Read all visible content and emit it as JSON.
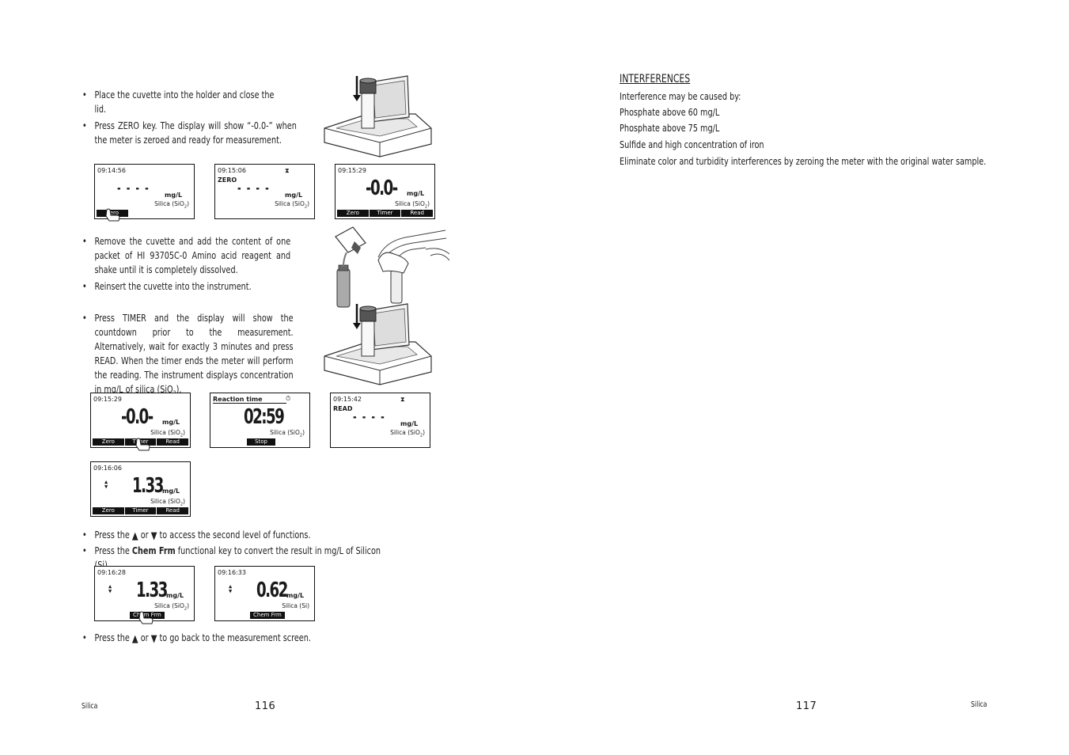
{
  "left_page": {
    "bullets": [
      {
        "text": "Place the cuvette into the holder and close the lid."
      },
      {
        "text": "Press ZERO key. The display will show “-0.0-” when the meter is zeroed and ready for measurement."
      },
      {
        "text": "Remove the cuvette and add the content of one packet of HI 93705C-0 Amino acid reagent and shake until it is completely dissolved."
      },
      {
        "text": "Reinsert the cuvette into the instrument."
      },
      {
        "text_before": "Press TIMER and the display will show the countdown prior to the measurement. Alternatively, wait for exactly 3 minutes and press READ. When the timer ends the meter will perform the reading. The instrument displays concentration in mg/L of silica (SiO",
        "sub": "2",
        "text_after": ")."
      },
      {
        "prefix": "Press the",
        "mid": "or",
        "suffix": "to access the second level of functions."
      },
      {
        "prefix": "Press the",
        "bold": "Chem Frm",
        "suffix": "functional key to convert the result in mg/L of Silicon (Si)."
      },
      {
        "prefix": "Press the",
        "mid": "or",
        "suffix": "to go back to the measurement screen."
      }
    ],
    "bullet_symbol": "•",
    "triangle_up": "▲",
    "triangle_down": "▼",
    "displays": {
      "d1": {
        "time": "09:14:56",
        "value": "- - - -",
        "unit": "mg/L",
        "param": "Silica (SiO",
        "param_sub": "2",
        "param_end": ")",
        "keys": [
          "Zero"
        ]
      },
      "d2": {
        "time": "09:15:06",
        "label": "ZERO",
        "value": "- - - -",
        "unit": "mg/L",
        "param": "Silica (SiO",
        "param_sub": "2",
        "param_end": ")"
      },
      "d3": {
        "time": "09:15:29",
        "value": "-0.0-",
        "unit": "mg/L",
        "param": "Silica (SiO",
        "param_sub": "2",
        "param_end": ")",
        "keys": [
          "Zero",
          "Timer",
          "Read"
        ]
      },
      "d4": {
        "time": "09:15:29",
        "value": "-0.0-",
        "unit": "mg/L",
        "param": "Silica (SiO",
        "param_sub": "2",
        "param_end": ")",
        "keys": [
          "Zero",
          "Timer",
          "Read"
        ]
      },
      "d5": {
        "label": "Reaction time",
        "value": "02:59",
        "param": "Silica (SiO",
        "param_sub": "2",
        "param_end": ")",
        "keys": [
          "Stop"
        ]
      },
      "d6": {
        "time": "09:15:42",
        "label": "READ",
        "value": "- - - -",
        "unit": "mg/L",
        "param": "Silica (SiO",
        "param_sub": "2",
        "param_end": ")"
      },
      "d7": {
        "time": "09:16:06",
        "value": "1.33",
        "unit": "mg/L",
        "param": "Silica (SiO",
        "param_sub": "2",
        "param_end": ")",
        "keys": [
          "Zero",
          "Timer",
          "Read"
        ]
      },
      "d8": {
        "time": "09:16:28",
        "value": "1.33",
        "unit": "mg/L",
        "param": "Silica (SiO",
        "param_sub": "2",
        "param_end": ")",
        "keys": [
          "Chem Frm"
        ]
      },
      "d9": {
        "time": "09:16:33",
        "value": "0.62",
        "unit": "mg/L",
        "param": "Silica (Si)",
        "keys": [
          "Chem Frm"
        ]
      }
    },
    "footer": {
      "section": "Silica",
      "page": "116"
    }
  },
  "right_page": {
    "heading": "INTERFERENCES",
    "lines": [
      "Interference may be caused by:",
      "Phosphate above 60 mg/L",
      "Phosphate above 75 mg/L",
      "Sulfide and high concentration of iron",
      "Eliminate color and turbidity interferences by zeroing the meter with the original water sample."
    ],
    "footer": {
      "section": "Silica",
      "page": "117"
    }
  }
}
